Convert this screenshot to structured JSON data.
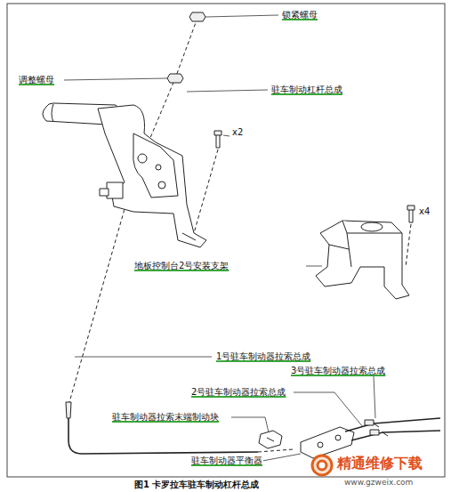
{
  "diagram": {
    "caption": "图1 卡罗拉车驻车制动杠杆总成",
    "labels": [
      "锁紧螺母",
      "调整螺母",
      "驻车制动杠杆总成",
      "x2",
      "x4",
      "地板控制台2号安装支架",
      "1号驻车制动器拉索总成",
      "3号驻车制动器拉索总成",
      "2号驻车制动器拉索总成",
      "驻车制动器拉索末端制动块",
      "驻车制动器平衡器",
      "精通维修下载",
      "www.gzweix.com"
    ]
  }
}
